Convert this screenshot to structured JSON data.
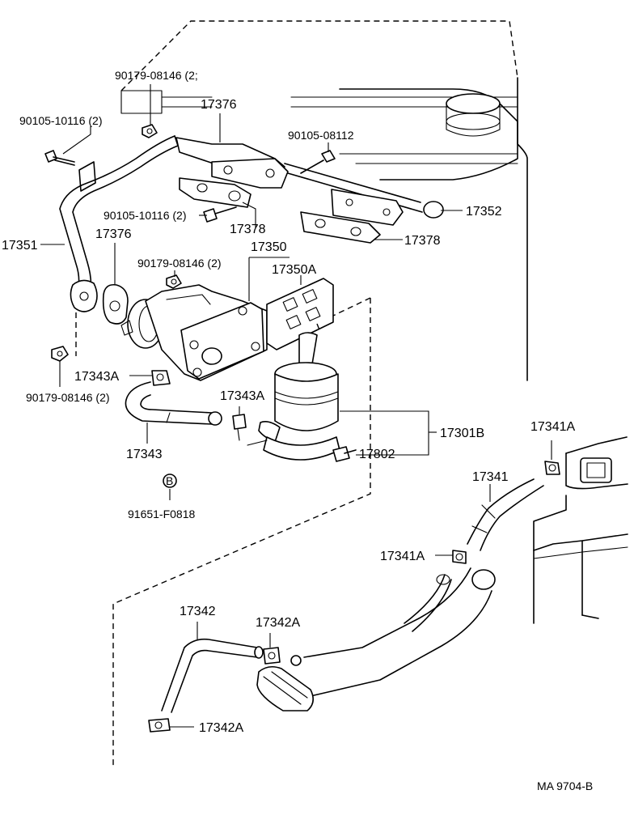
{
  "labels": {
    "p90179_08146_2_top": "90179-08146 (2;",
    "p90105_10116_2_top": "90105-10116 (2)",
    "p17376_top": "17376",
    "p90105_08112": "90105-08112",
    "p90105_10116_2_mid": "90105-10116 (2)",
    "p17378_a": "17378",
    "p17352": "17352",
    "p17378_b": "17378",
    "p17351": "17351",
    "p17376_mid": "17376",
    "p17350": "17350",
    "p90179_08146_2_mid": "90179-08146 (2)",
    "p17350A": "17350A",
    "p17343A_left": "17343A",
    "p17343A_right": "17343A",
    "p90179_08146_2_low": "90179-08146 (2)",
    "p17301B": "17301B",
    "p17343": "17343",
    "p17802": "17802",
    "p17341A_top": "17341A",
    "p17341": "17341",
    "ref_B": "B",
    "p91651_F0818": "91651-F0818",
    "p17341A_mid": "17341A",
    "p17342": "17342",
    "p17342A_top": "17342A",
    "p17342A_bottom": "17342A",
    "figure_code": "MA 9704-B"
  },
  "icons": {
    "bolt": "bolt-icon",
    "nut": "nut-icon",
    "clamp": "hose-clamp-icon"
  }
}
